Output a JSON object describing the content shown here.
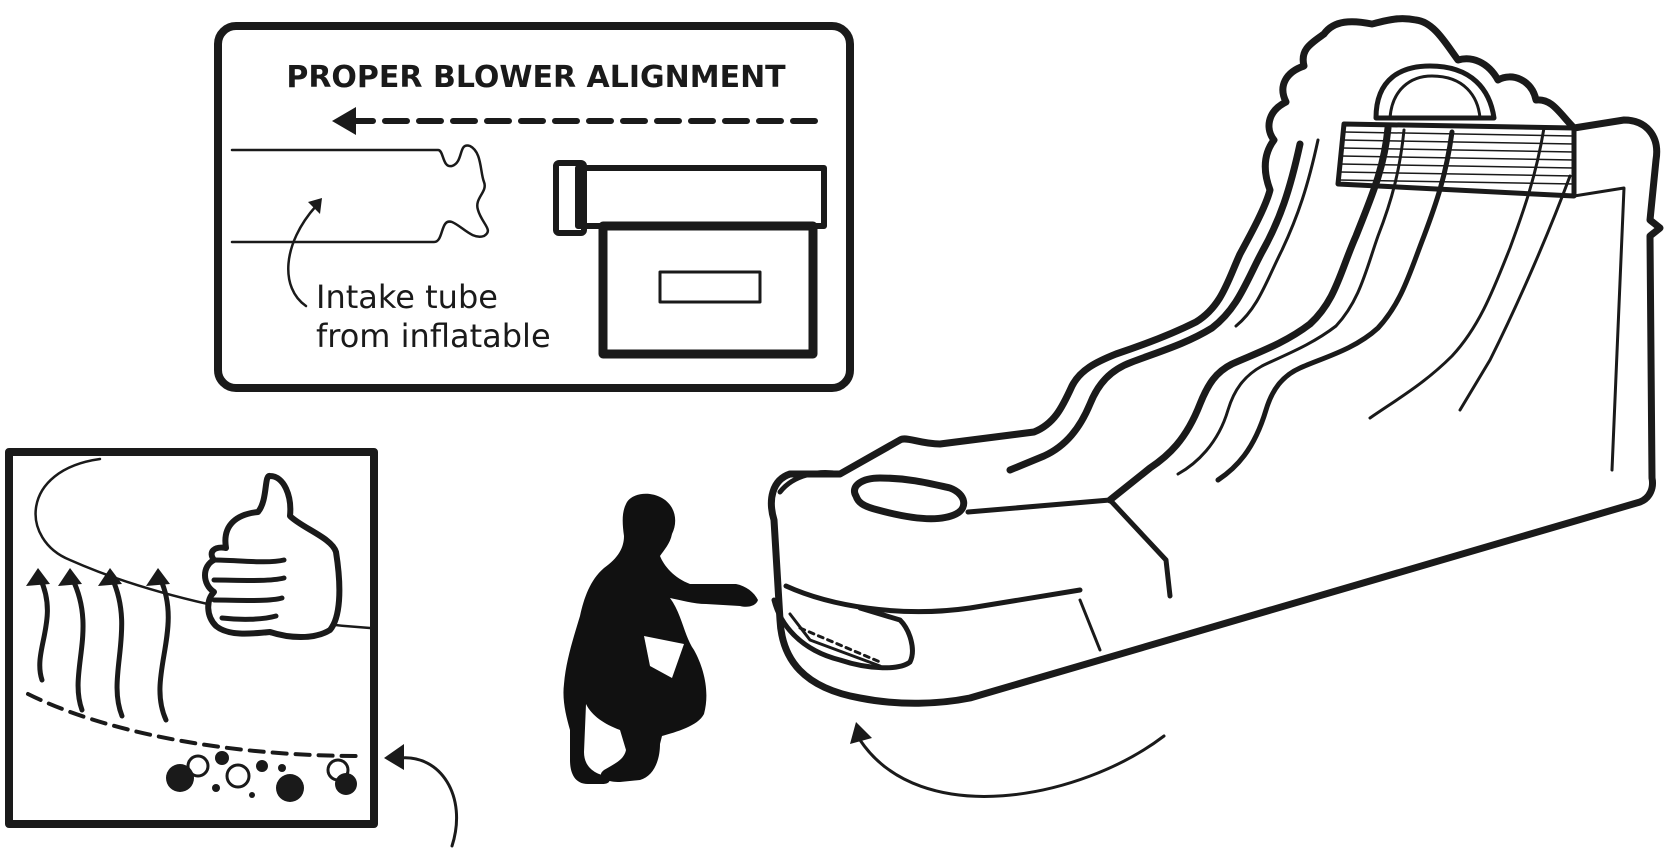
{
  "alignment_panel": {
    "title": "PROPER BLOWER ALIGNMENT",
    "intake_label_line1": "Intake tube",
    "intake_label_line2": "from inflatable"
  },
  "colors": {
    "ink": "#1a1a1a",
    "background": "#ffffff"
  },
  "icons": [
    "thumbs-up-icon",
    "air-flow-arrows-icon",
    "bubbles-icon",
    "person-silhouette-icon",
    "water-slide-icon",
    "blower-icon"
  ]
}
